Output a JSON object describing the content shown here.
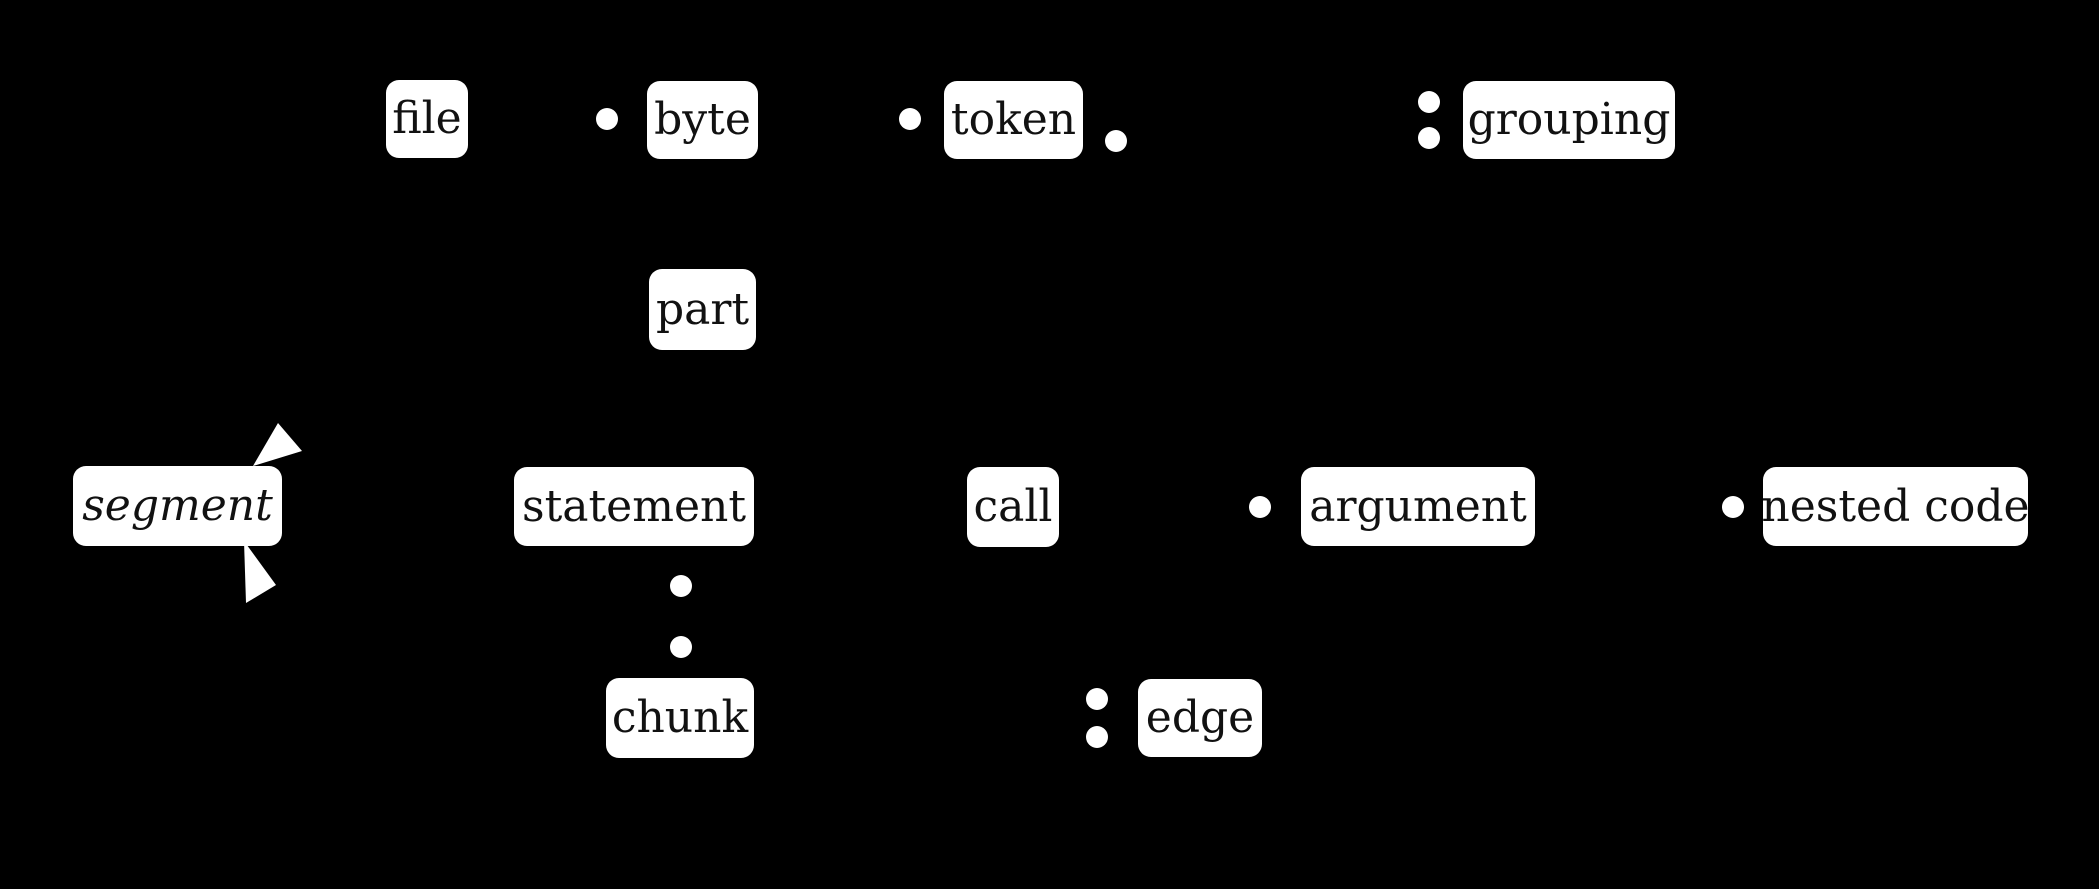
{
  "canvas": {
    "background_color": "#000000",
    "node_fill_color": "#ffffff",
    "node_text_color": "#111111",
    "marker_color": "#ffffff"
  },
  "diagram": {
    "nodes": [
      {
        "id": "file",
        "label": "file"
      },
      {
        "id": "byte",
        "label": "byte"
      },
      {
        "id": "token",
        "label": "token"
      },
      {
        "id": "grouping",
        "label": "grouping"
      },
      {
        "id": "part",
        "label": "part"
      },
      {
        "id": "segment",
        "label": "segment",
        "italic": true
      },
      {
        "id": "statement",
        "label": "statement"
      },
      {
        "id": "call",
        "label": "call"
      },
      {
        "id": "argument",
        "label": "argument"
      },
      {
        "id": "nested-code",
        "label": "nested code"
      },
      {
        "id": "chunk",
        "label": "chunk"
      },
      {
        "id": "edge",
        "label": "edge"
      }
    ],
    "markers": {
      "dot_icon": "filled-dot",
      "dot_count": 11,
      "arrowhead_icon": "generalization-triangle",
      "arrowhead_count": 2
    }
  }
}
